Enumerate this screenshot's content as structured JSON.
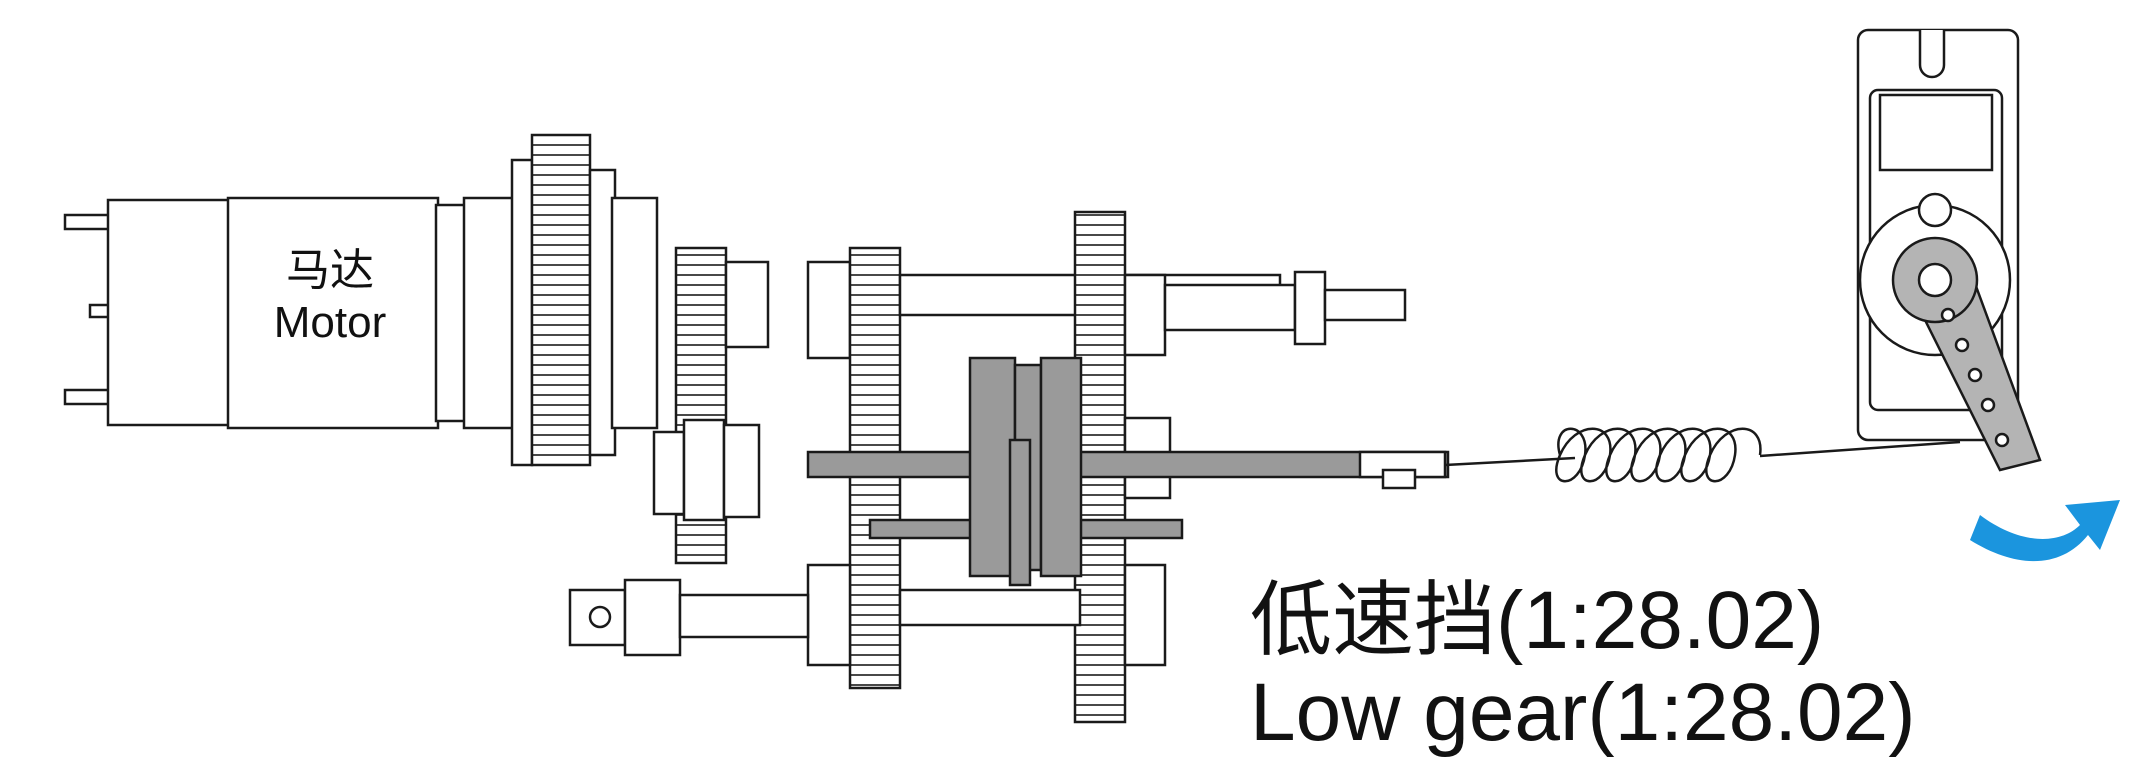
{
  "motor": {
    "label_zh": "马达",
    "label_en": "Motor"
  },
  "gear_label": {
    "label_zh": "低速挡(1:28.02)",
    "label_en": "Low gear(1:28.02)"
  },
  "colors": {
    "line": "#1a1a1a",
    "shaft_fill": "#9a9a9a",
    "servo_horn_fill": "#b4b4b4",
    "arrow": "#1b95de"
  },
  "icons": [
    "motor-icon",
    "gear-icon",
    "shift-fork-icon",
    "spring-icon",
    "servo-icon",
    "rotation-arrow-icon"
  ]
}
